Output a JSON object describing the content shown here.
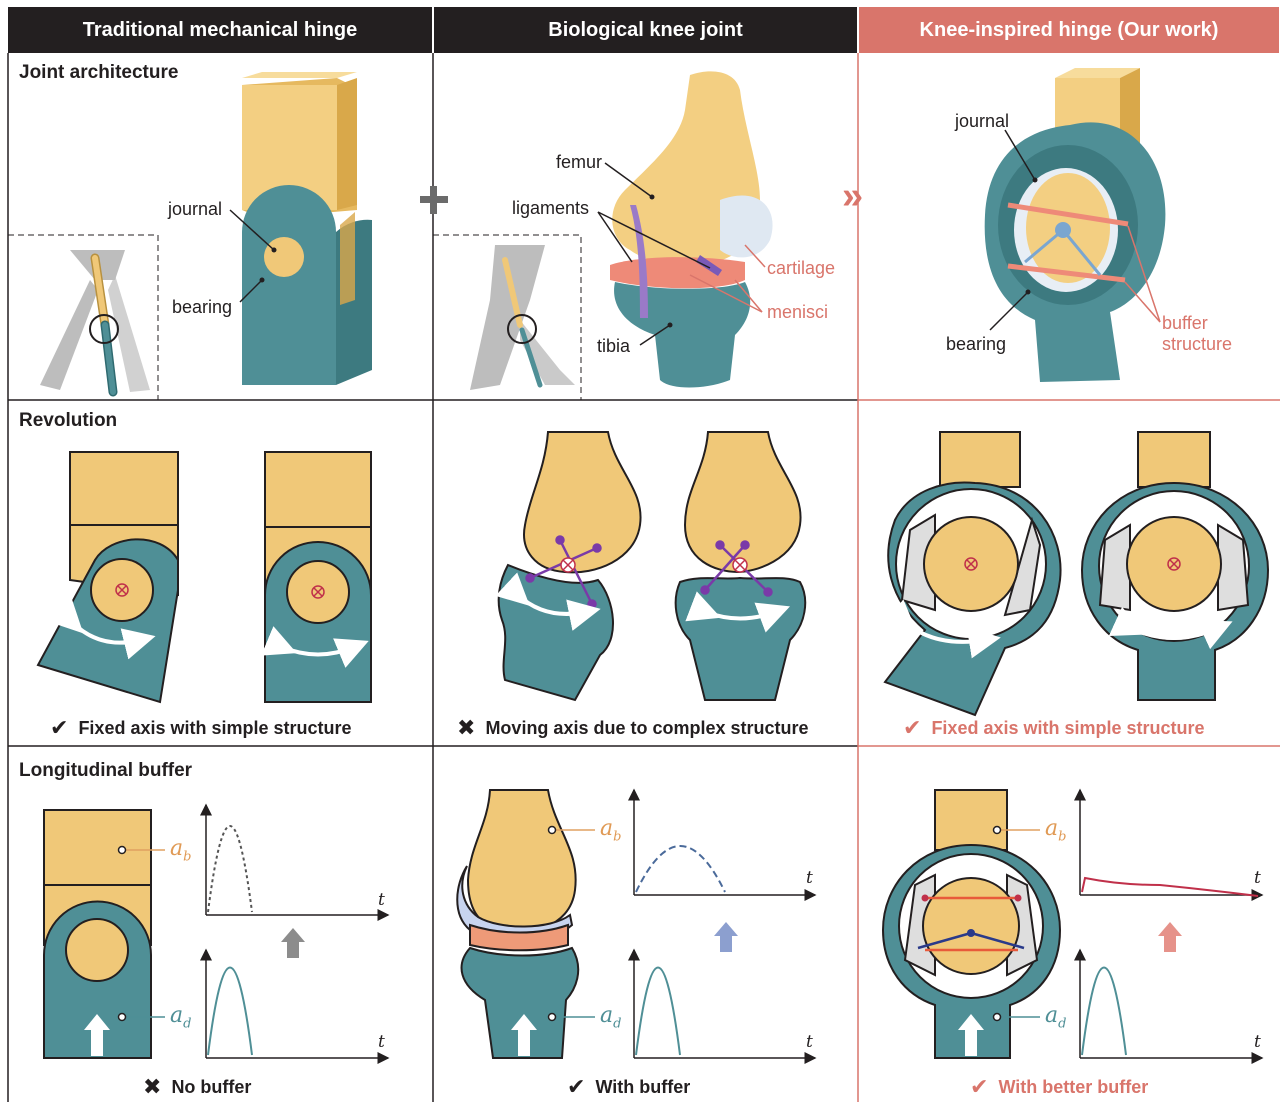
{
  "colors": {
    "dark": "#231f20",
    "accent": "#d9756b",
    "bone": "#f0c878",
    "teal": "#4f8f96",
    "gray": "#bdbdbd"
  },
  "columns": [
    "Traditional mechanical hinge",
    "Biological knee joint",
    "Knee-inspired hinge (Our work)"
  ],
  "rows": {
    "architecture": "Joint architecture",
    "revolution": "Revolution",
    "buffer": "Longitudinal buffer"
  },
  "labels": {
    "journal": "journal",
    "bearing": "bearing",
    "femur": "femur",
    "ligaments": "ligaments",
    "cartilage": "cartilage",
    "menisci": "menisci",
    "tibia": "tibia",
    "journal_ours": "journal",
    "bearing_ours": "bearing",
    "buffer_structure_1": "buffer",
    "buffer_structure_2": "structure",
    "plus": "+",
    "chevron": "»"
  },
  "captions": {
    "rev_trad": "Fixed axis with simple structure",
    "rev_bio": "Moving axis due to complex structure",
    "rev_ours": "Fixed axis with simple structure",
    "buf_trad": "No buffer",
    "buf_bio": "With buffer",
    "buf_ours": "With better buffer"
  },
  "marks": {
    "check": "✔",
    "cross": "✖"
  },
  "variables": {
    "a": "a",
    "b": "b",
    "d": "d",
    "t": "t"
  }
}
